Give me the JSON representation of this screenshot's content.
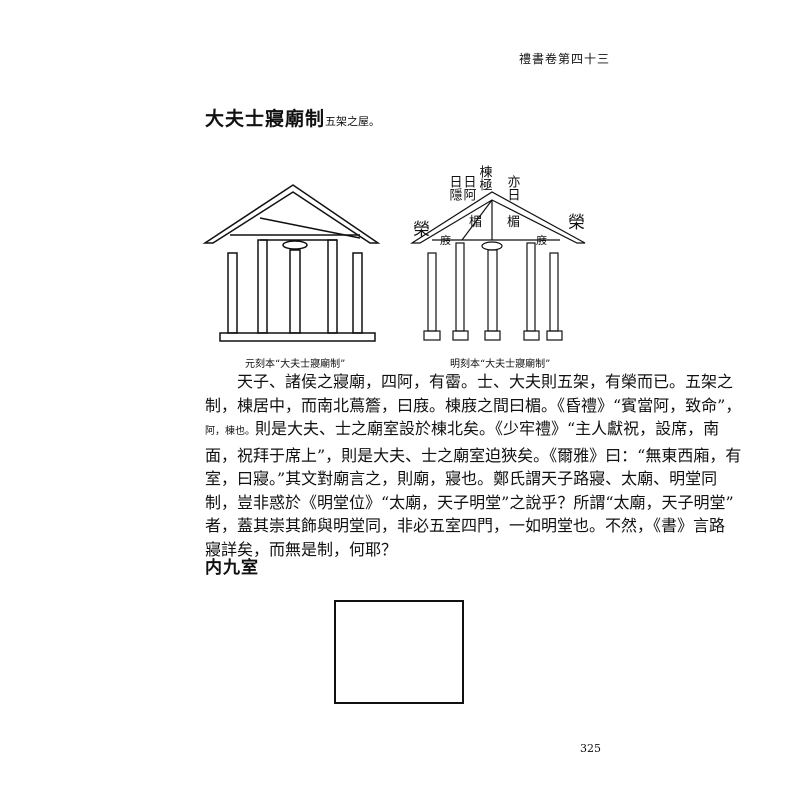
{
  "running_head": "禮書卷第四十三",
  "section1": {
    "title": "大夫士寢廟制",
    "subtitle": "五架之屋。"
  },
  "figures": {
    "left_caption": "元刻本“大夫士寢廟制”",
    "right_caption": "明刻本“大夫士寢廟制”",
    "right_labels": {
      "ridge": "棟極",
      "ri_yin": "日隱",
      "ri_a": "日阿",
      "yi_ri": "亦日",
      "mei": "楣",
      "rong": "榮",
      "gui": "庪"
    }
  },
  "body": {
    "lines": [
      "天子、諸侯之寢廟，四阿，有霤。士、大夫則五架，有榮而已。五架之",
      "制，棟居中，而南北蔦簷，曰庪。棟庪之間曰楣。《昏禮》“賓當阿，致命”，",
      "則是大夫、士之廟室設於棟北矣。《少牢禮》“主人獻祝，設席，南",
      "面，祝拜于席上”，則是大夫、士之廟室迫狹矣。《爾雅》曰：“無東西廂，有",
      "室，曰寢。”其文對廟言之，則廟，寢也。鄭氏謂天子路寢、太廟、明堂同",
      "制，豈非惑於《明堂位》“太廟，天子明堂”之說乎？所謂“太廟，天子明堂”",
      "者，蓋其崇其飾與明堂同，非必五室四門，一如明堂也。不然，《書》言路",
      "寢詳矣，而無是制，何耶？"
    ],
    "note": "阿，棟也。"
  },
  "section2": {
    "title": "内九室"
  },
  "folio": "325"
}
